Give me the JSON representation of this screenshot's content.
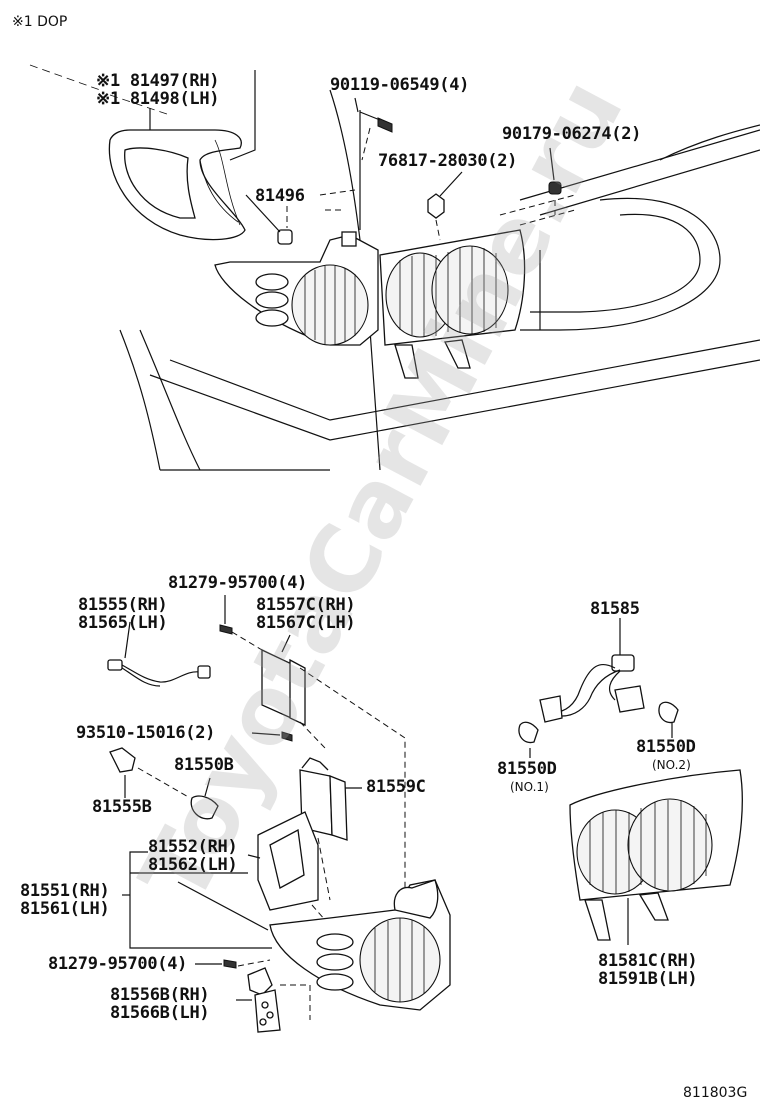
{
  "header": {
    "note": "※1 DOP"
  },
  "watermark": "ToyotaCarMine.ru",
  "figure_code": "811803G",
  "top_labels": {
    "l81497": "※1 81497(RH)",
    "l81498": "※1 81498(LH)",
    "l90119": "90119-06549(4)",
    "l90179": "90179-06274(2)",
    "l76817": "76817-28030(2)",
    "l81496": "81496"
  },
  "bottom_labels": {
    "l81279a": "81279-95700(4)",
    "l81555rh": "81555(RH)",
    "l81565lh": "81565(LH)",
    "l81557": "81557C(RH)",
    "l81567": "81567C(LH)",
    "l93510": "93510-15016(2)",
    "l81550b": "81550B",
    "l81555b": "81555B",
    "l81559c": "81559C",
    "l81552": "81552(RH)",
    "l81562": "81562(LH)",
    "l81551": "81551(RH)",
    "l81561": "81561(LH)",
    "l81279b": "81279-95700(4)",
    "l81556": "81556B(RH)",
    "l81566": "81566B(LH)",
    "l81585": "81585",
    "l81550d1": "81550D",
    "no1": "(NO.1)",
    "l81550d2": "81550D",
    "no2": "(NO.2)",
    "l81581": "81581C(RH)",
    "l81591": "81591B(LH)"
  }
}
